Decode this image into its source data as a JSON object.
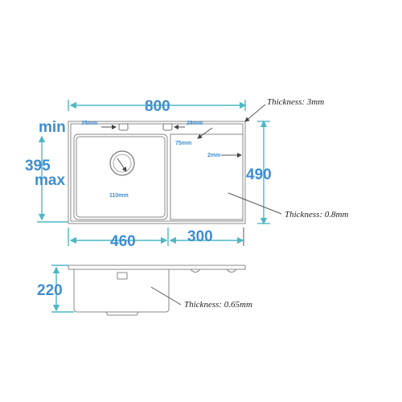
{
  "dimensions": {
    "width_total": "800",
    "min_label": "min",
    "bowl_length": "395",
    "max_label": "max",
    "depth_total": "490",
    "bowl_width": "460",
    "drainboard": "300",
    "height": "220",
    "hole_left": "35mm",
    "hole_right": "28mm",
    "spacing": "75mm",
    "edge": "2mm",
    "drain": "110mm"
  },
  "notes": {
    "rim_thickness": "Thickness: 3mm",
    "deck_thickness": "Thickness: 0.8mm",
    "bowl_thickness": "Thickness: 0.65mm"
  },
  "colors": {
    "dimension_text": "#3e8ed0",
    "dimension_line": "#4fb7c4",
    "outline": "#8a8a8a"
  }
}
